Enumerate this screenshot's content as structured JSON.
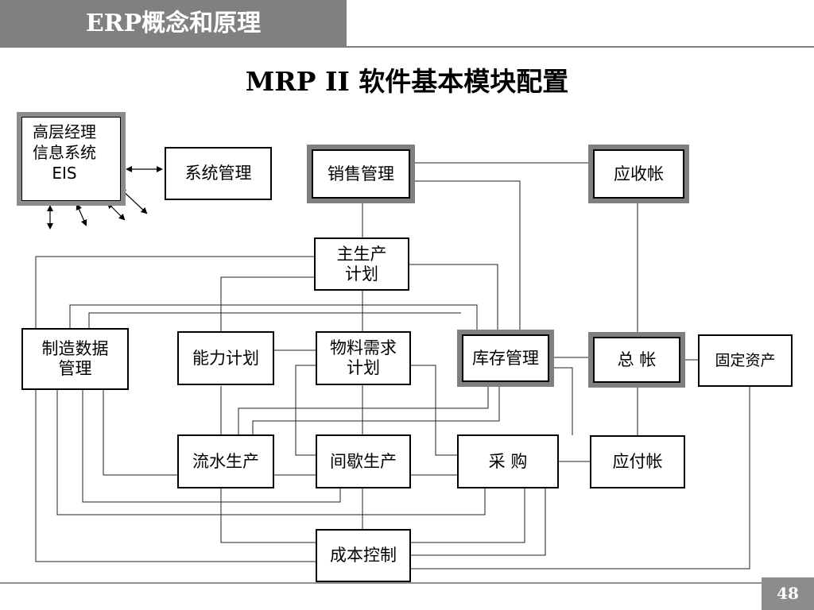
{
  "header": {
    "title": "ERP概念和原理"
  },
  "title": "MRP II 软件基本模块配置",
  "modules": {
    "eis": "高层经理\n信息系统\nEIS",
    "system_mgmt": "系统管理",
    "sales_mgmt": "销售管理",
    "receivable": "应收帐",
    "mps": "主生产\n计划",
    "mfg_data": "制造数据\n管理",
    "capacity": "能力计划",
    "mrp": "物料需求\n计划",
    "inventory": "库存管理",
    "general_ledger": "总  帐",
    "fixed_assets": "固定资产",
    "flow_production": "流水生产",
    "job_production": "间歇生产",
    "purchasing": "采 购",
    "payable": "应付帐",
    "cost_control": "成本控制"
  },
  "footer": {
    "page_number": "48"
  }
}
